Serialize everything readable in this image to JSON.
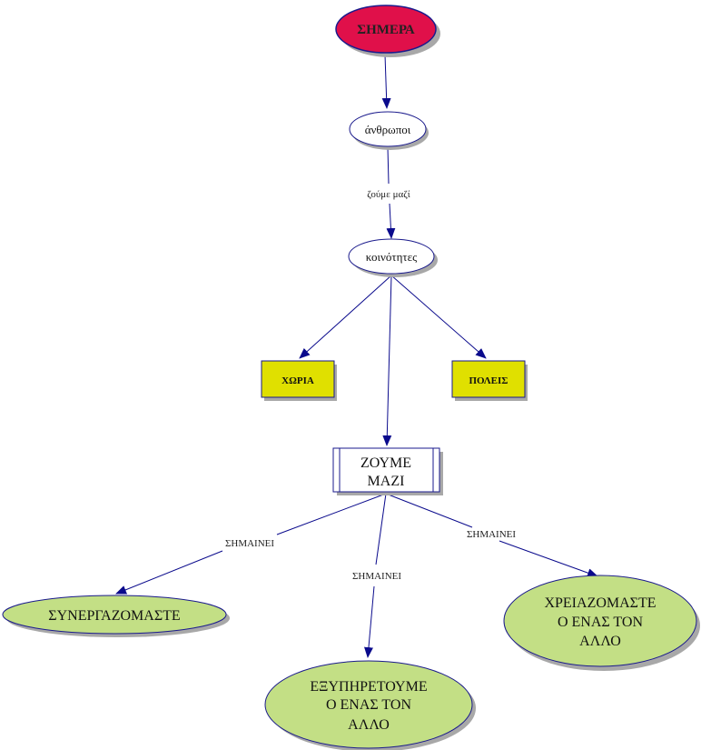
{
  "diagram": {
    "nodes": {
      "today": {
        "label": [
          "ΣΗΜΕΡΑ"
        ],
        "fill": "#e0104a",
        "text_color": "#222222"
      },
      "people": {
        "label": [
          "άνθρωποι"
        ],
        "fill": "#ffffff"
      },
      "communities": {
        "label": [
          "κοινότητες"
        ],
        "fill": "#ffffff"
      },
      "villages": {
        "label": [
          "ΧΩΡΙΑ"
        ],
        "fill": "#e0e000"
      },
      "cities": {
        "label": [
          "ΠΟΛΕΙΣ"
        ],
        "fill": "#e0e000"
      },
      "live_together": {
        "label": [
          "ΖΟΥΜΕ",
          "ΜΑΖΙ"
        ],
        "fill": "#ffffff"
      },
      "cooperate": {
        "label": [
          "ΣΥΝΕΡΓΑΖΟΜΑΣΤΕ"
        ],
        "fill": "#c3df85"
      },
      "serve": {
        "label": [
          "ΕΞΥΠΗΡΕΤΟΥΜΕ",
          "Ο ΕΝΑΣ ΤΟΝ",
          "ΑΛΛΟ"
        ],
        "fill": "#c3df85"
      },
      "need": {
        "label": [
          "ΧΡΕΙΑΖΟΜΑΣΤΕ",
          "Ο ΕΝΑΣ ΤΟΝ",
          "ΑΛΛΟ"
        ],
        "fill": "#c3df85"
      }
    },
    "edge_labels": {
      "live_together_small": "ζούμε μαζί",
      "means_left": "ΣΗΜΑΙΝΕΙ",
      "means_middle": "ΣΗΜΑΙΝΕΙ",
      "means_right": "ΣΗΜΑΙΝΕΙ"
    },
    "colors": {
      "arrow": "#0a0a8c",
      "node_border": "#1a1a8c",
      "shadow": "#a8a8a8"
    }
  }
}
